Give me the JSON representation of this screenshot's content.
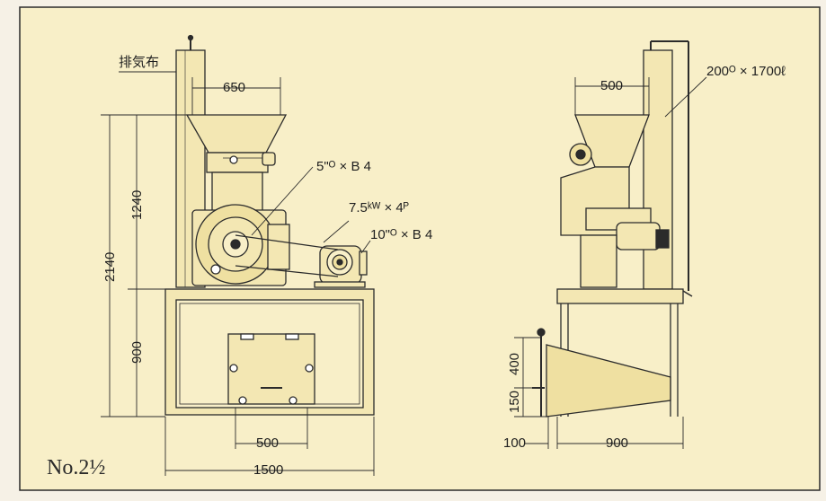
{
  "diagram": {
    "model_label": "No.2½",
    "front_view": {
      "exhaust_label": "排気布",
      "width_top": "650",
      "total_height": "2140",
      "upper_height": "1240",
      "lower_height": "900",
      "pulley_small": "5\"ᴼ × B 4",
      "motor_rating": "7.5ᵏᵂ × 4ᴾ",
      "pulley_large": "10\"ᴼ × B 4",
      "base_inner_width": "500",
      "base_width": "1500"
    },
    "side_view": {
      "top_width": "500",
      "duct_spec": "200ᴼ × 1700ℓ",
      "chute_height": "400",
      "foot_height": "150",
      "offset": "100",
      "base_depth": "900"
    }
  },
  "colors": {
    "background": "#f6f1e6",
    "panel": "#f8efc8",
    "machine_fill": "#f3e7b3",
    "line": "#2b2b2b"
  }
}
